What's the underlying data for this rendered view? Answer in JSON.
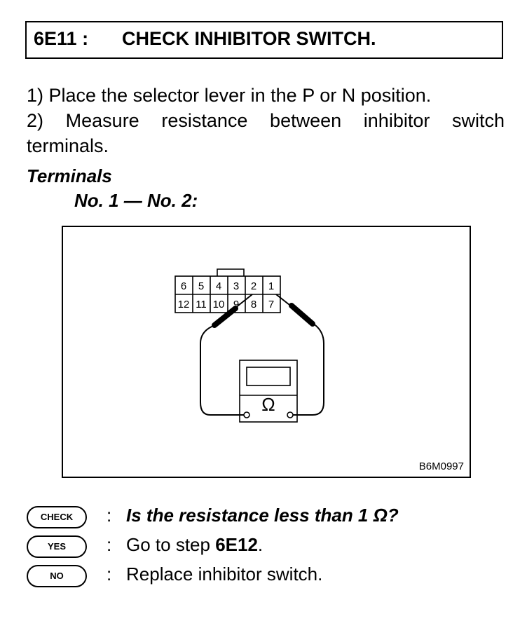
{
  "header": {
    "step_id": "6E11 :",
    "title": "CHECK INHIBITOR SWITCH."
  },
  "instructions": [
    "1) Place the selector lever in the P or N position.",
    "2) Measure resistance between inhibitor switch terminals."
  ],
  "terminals": {
    "heading": "Terminals",
    "pair": "No. 1 — No. 2:"
  },
  "figure": {
    "id": "B6M0997",
    "connector_top_row": [
      "6",
      "5",
      "4",
      "3",
      "2",
      "1"
    ],
    "connector_bottom_row": [
      "12",
      "11",
      "10",
      "9",
      "8",
      "7"
    ],
    "meter_symbol": "Ω"
  },
  "check": {
    "badge": "CHECK",
    "colon": ":",
    "text": "Is the resistance less than 1 Ω?"
  },
  "yes": {
    "badge": "YES",
    "colon": ":",
    "text_prefix": "Go to step ",
    "step_ref": "6E12",
    "text_suffix": "."
  },
  "no": {
    "badge": "NO",
    "colon": ":",
    "text": "Replace inhibitor switch."
  }
}
